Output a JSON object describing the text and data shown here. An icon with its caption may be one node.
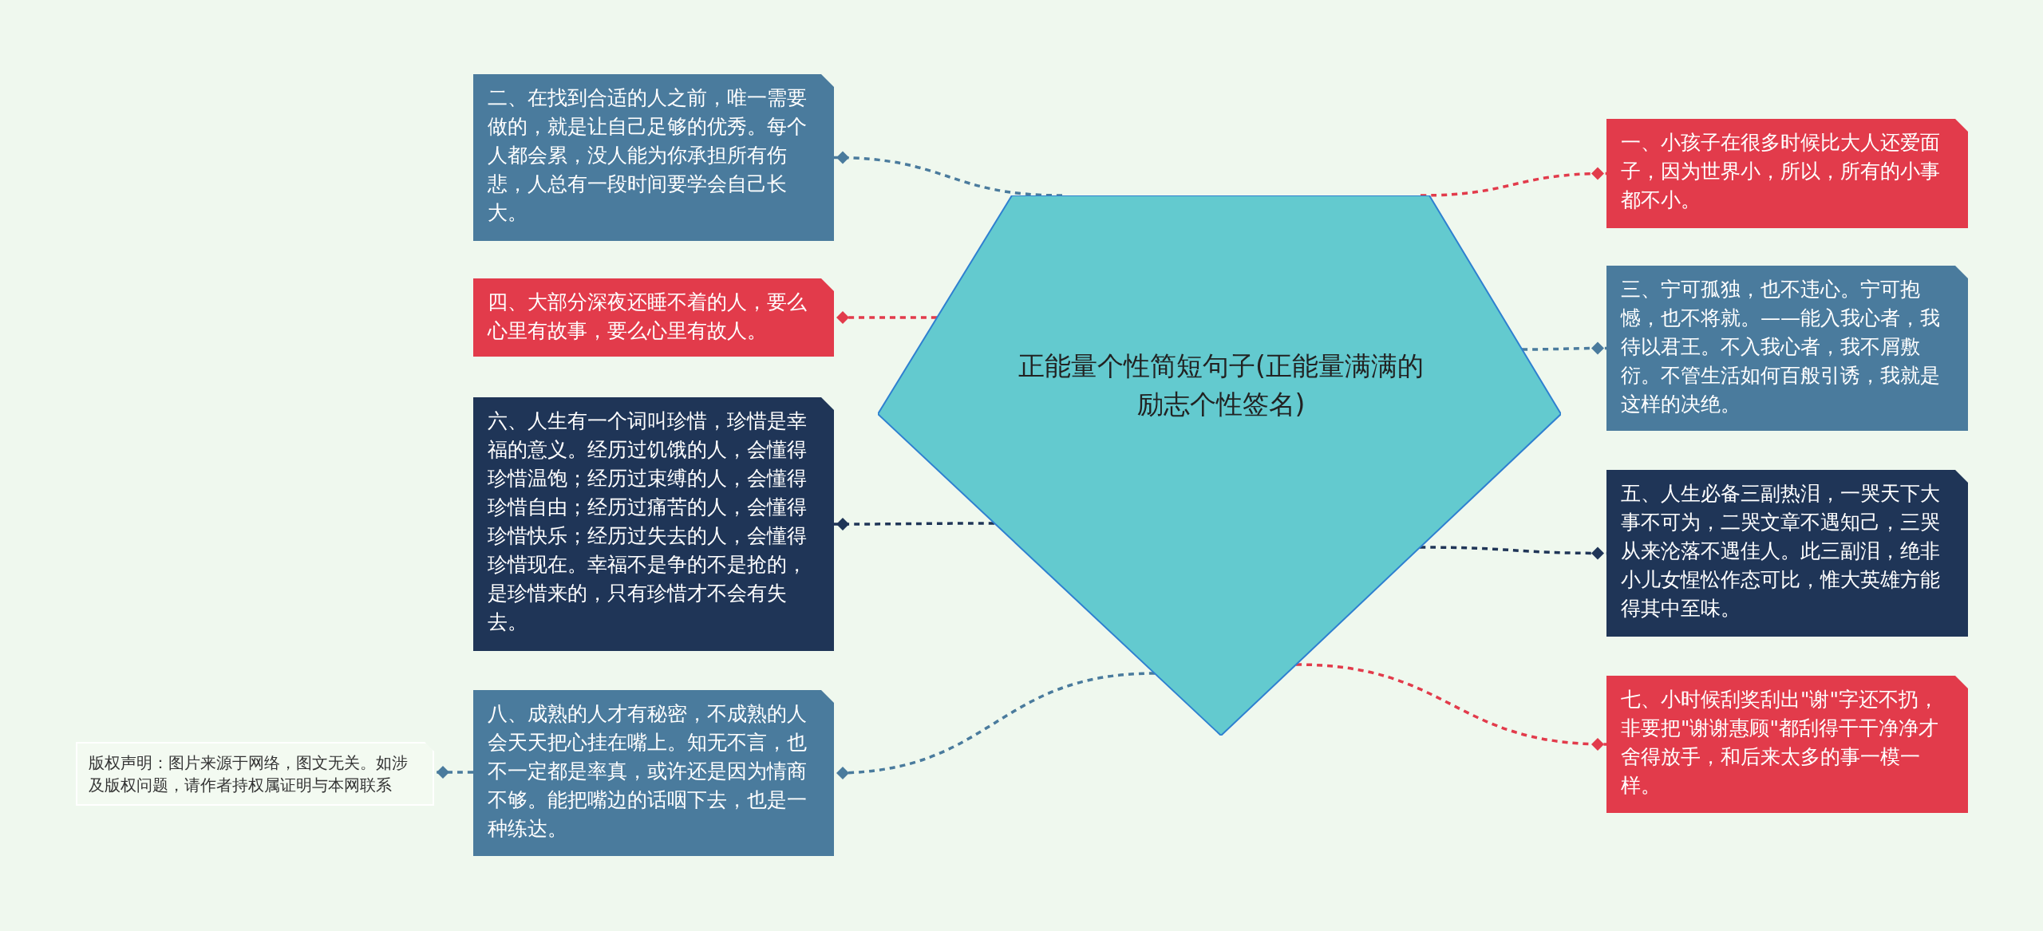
{
  "diagram": {
    "nodes": [
      {
        "text": [
          "正能量个性简短句子(正能量满满的励志个性签名)"
        ]
      },
      {
        "text": [
          "一、小孩子在很多时候比大人还爱面子，因为世界小，所以，所有的小事都不小。"
        ]
      },
      {
        "text": [
          "二、在找到合适的人之前，唯一需要做的，就是让自己足够的优秀。每个人都会累，没人能为你承担所有伤悲，人总有一段时间要学会自己长大。"
        ]
      },
      {
        "text": [
          "三、宁可孤独，也不违心。宁可抱憾，也不将就。——能入我心者，我待以君王。不入我心者，我不屑敷衍。不管生活如何百般引诱，我就是这样的决绝。"
        ]
      },
      {
        "text": [
          "四、大部分深夜还睡不着的人，要么心里有故事，要么心里有故人。"
        ]
      },
      {
        "text": [
          "五、人生必备三副热泪，一哭天下大事不可为，二哭文章不遇知己，三哭从来沦落不遇佳人。此三副泪，绝非小儿女惺忪作态可比，惟大英雄方能得其中至味。"
        ]
      },
      {
        "text": [
          "六、人生有一个词叫珍惜，珍惜是幸福的意义。经历过饥饿的人，会懂得珍惜温饱；经历过束缚的人，会懂得珍惜自由；经历过痛苦的人，会懂得珍惜快乐；经历过失去的人，会懂得珍惜现在。幸福不是争的不是抢的，是珍惜来的，只有珍惜才不会有失去。"
        ]
      },
      {
        "text": [
          "七、小时候刮奖刮出\"谢\"字还不扔，非要把\"谢谢惠顾\"都刮得干干净净才舍得放手，和后来太多的事一模一样。"
        ]
      },
      {
        "text": [
          "八、成熟的人才有秘密，不成熟的人会天天把心挂在嘴上。知无不言，也不一定都是率真，或许还是因为情商不够。能把嘴边的话咽下去，也是一种练达。"
        ]
      },
      {
        "text": [
          "版权声明：图片来源于网络，图文无关。如涉及版权问题，请作者持权属证明与本网联系"
        ]
      }
    ],
    "edges": [
      {
        "from": 0,
        "to": 1,
        "arrow": "other",
        "color": "#e23b4b"
      },
      {
        "from": 0,
        "to": 2,
        "arrow": "other"
      },
      {
        "from": 0,
        "to": 3,
        "arrow": "other"
      },
      {
        "from": 0,
        "to": 4,
        "arrow": "other",
        "color": "#e23b4b"
      },
      {
        "from": 0,
        "to": 5,
        "arrow": "other",
        "color": "#1f3557"
      },
      {
        "from": 0,
        "to": 6,
        "arrow": "other",
        "color": "#1f3557"
      },
      {
        "from": 0,
        "to": 7,
        "arrow": "other",
        "color": "#e23b4b"
      },
      {
        "from": 0,
        "to": 8,
        "arrow": "other"
      },
      {
        "from": 8,
        "to": 9,
        "arrow": "other"
      }
    ]
  }
}
